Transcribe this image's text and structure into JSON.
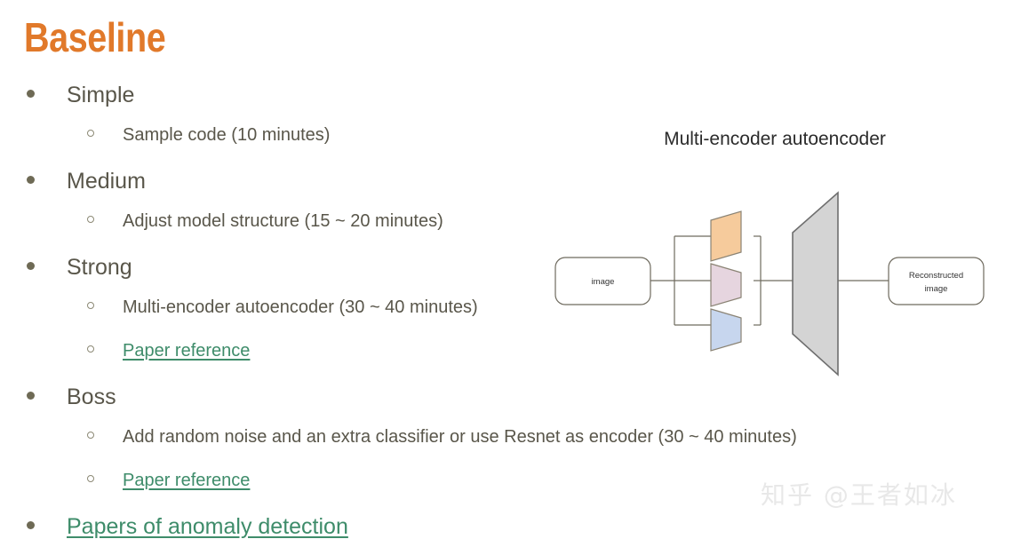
{
  "slide": {
    "title": "Baseline",
    "title_color": "#E1792A",
    "background": "#ffffff",
    "text_color": "#59564A",
    "link_color": "#3E8C6A"
  },
  "bullets": [
    {
      "level": 1,
      "marker": "disc",
      "text": "Simple",
      "link": false
    },
    {
      "level": 2,
      "marker": "circle",
      "text": "Sample code (10 minutes)",
      "link": false
    },
    {
      "level": 1,
      "marker": "disc",
      "text": "Medium",
      "link": false
    },
    {
      "level": 2,
      "marker": "circle",
      "text": "Adjust model structure (15 ~ 20 minutes)",
      "link": false
    },
    {
      "level": 1,
      "marker": "disc",
      "text": "Strong",
      "link": false
    },
    {
      "level": 2,
      "marker": "circle",
      "text": "Multi-encoder autoencoder (30 ~ 40 minutes)",
      "link": false
    },
    {
      "level": 2,
      "marker": "circle",
      "text": "Paper reference",
      "link": true
    },
    {
      "level": 1,
      "marker": "disc",
      "text": "Boss",
      "link": false
    },
    {
      "level": 2,
      "marker": "circle",
      "text": "Add random noise and an extra classifier or use Resnet as encoder (30 ~ 40 minutes)",
      "link": false
    },
    {
      "level": 2,
      "marker": "circle",
      "text": "Paper reference",
      "link": true
    },
    {
      "level": 1,
      "marker": "disc",
      "text": "Papers of anomaly detection",
      "link": true
    }
  ],
  "diagram": {
    "title": "Multi-encoder autoencoder",
    "input_node": {
      "label": "image"
    },
    "output_node": {
      "label_line1": "Reconstructed",
      "label_line2": "image"
    },
    "encoders": [
      {
        "name": "encoder-top",
        "fill": "#F6CB9C",
        "stroke": "#8A8374"
      },
      {
        "name": "encoder-middle",
        "fill": "#E6D5DF",
        "stroke": "#8A8374"
      },
      {
        "name": "encoder-bottom",
        "fill": "#C7D6EE",
        "stroke": "#8A8374"
      }
    ],
    "decoder": {
      "name": "decoder",
      "fill": "#D4D4D4",
      "stroke": "#6E6E6E"
    },
    "edge_color": "#6E6A5E"
  },
  "watermark": {
    "text": "知乎 @王者如冰"
  }
}
